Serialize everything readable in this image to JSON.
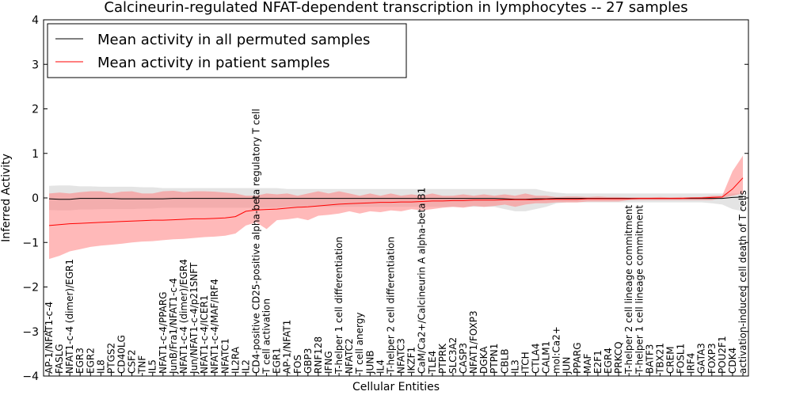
{
  "chart_data": {
    "type": "line",
    "title": "Calcineurin-regulated NFAT-dependent transcription in lymphocytes -- 27 samples",
    "xlabel": "Cellular Entities",
    "ylabel": "Inferred Activity",
    "ylim": [
      -4,
      4
    ],
    "yticks": [
      -4,
      -3,
      -2,
      -1,
      0,
      1,
      2,
      3,
      4
    ],
    "legend_position": "top-left",
    "grid": false,
    "categories": [
      "AP-1/NFAT1-c-4",
      "FASLG",
      "NFAT1-c-4 (dimer)/EGR1",
      "EGR3",
      "EGR2",
      "IL8",
      "PTGS2",
      "CD40LG",
      "CSF2",
      "TNF",
      "IL5",
      "NFAT1-c-4/PPARG",
      "JunB/Fra1/NFAT1-c-4",
      "NFAT1-c-4 (dimer)/EGR4",
      "Jun/NFAT1-c-4/p21SNFT",
      "NFAT1-c-4/ICER1",
      "NFAT1-c-4/MAF/IRF4",
      "NFATC1",
      "IL2RA",
      "IL2",
      "CD4-positive CD25-positive alpha-beta regulatory T cell",
      "T cell activation",
      "EGR1",
      "AP-1/NFAT1",
      "FOS",
      "GBP3",
      "RNF128",
      "IFNG",
      "T-helper 1 cell differentiation",
      "NFATC2",
      "T cell anergy",
      "JUNB",
      "IL4",
      "T-helper 2 cell differentiation",
      "NFATC3",
      "IKZF1",
      "CaM/Ca2+/Calcineurin A alpha-beta B1",
      "TLE4",
      "PTPRK",
      "SLC3A2",
      "CASP3",
      "NFAT1/FOXP3",
      "DGKA",
      "PTPN1",
      "CBLB",
      "IL3",
      "ITCH",
      "CTLA4",
      "CALM1",
      "mol:Ca2+",
      "JUN",
      "PPARG",
      "MAF",
      "E2F1",
      "EGR4",
      "PRKCQ",
      "T-helper 2 cell lineage commitment",
      "T-helper 1 cell lineage commitment",
      "BATF3",
      "TBX21",
      "CREM",
      "FOSL1",
      "IRF4",
      "GATA3",
      "FOXP3",
      "POU2F1",
      "CDK4",
      "activation-induced cell death of T cells"
    ],
    "series": [
      {
        "name": "Mean activity in all permuted samples",
        "color": "#000000",
        "band_color": "#bbbbbb",
        "values": [
          -0.02,
          -0.03,
          -0.03,
          -0.01,
          -0.01,
          -0.01,
          -0.01,
          -0.02,
          -0.02,
          -0.02,
          -0.02,
          -0.02,
          -0.01,
          -0.01,
          -0.01,
          -0.01,
          -0.01,
          -0.01,
          -0.01,
          -0.01,
          -0.01,
          -0.01,
          -0.01,
          -0.01,
          -0.01,
          -0.01,
          -0.01,
          -0.01,
          -0.01,
          -0.01,
          -0.01,
          -0.01,
          -0.01,
          -0.01,
          -0.01,
          -0.01,
          -0.01,
          -0.01,
          -0.01,
          -0.01,
          -0.01,
          -0.01,
          -0.01,
          -0.01,
          -0.02,
          -0.03,
          -0.03,
          -0.02,
          -0.02,
          -0.01,
          -0.01,
          -0.01,
          -0.01,
          -0.01,
          -0.01,
          -0.01,
          -0.01,
          -0.01,
          -0.01,
          -0.01,
          -0.01,
          -0.01,
          -0.01,
          -0.01,
          -0.01,
          -0.01,
          0.01,
          0.02
        ],
        "lower": [
          -0.27,
          -0.28,
          -0.28,
          -0.26,
          -0.26,
          -0.25,
          -0.25,
          -0.25,
          -0.25,
          -0.24,
          -0.24,
          -0.22,
          -0.22,
          -0.22,
          -0.22,
          -0.22,
          -0.22,
          -0.22,
          -0.22,
          -0.22,
          -0.22,
          -0.22,
          -0.22,
          -0.2,
          -0.2,
          -0.2,
          -0.2,
          -0.2,
          -0.2,
          -0.2,
          -0.2,
          -0.2,
          -0.2,
          -0.2,
          -0.2,
          -0.2,
          -0.2,
          -0.2,
          -0.2,
          -0.2,
          -0.2,
          -0.2,
          -0.2,
          -0.2,
          -0.25,
          -0.3,
          -0.3,
          -0.25,
          -0.2,
          -0.12,
          -0.1,
          -0.1,
          -0.1,
          -0.1,
          -0.1,
          -0.1,
          -0.1,
          -0.1,
          -0.1,
          -0.1,
          -0.1,
          -0.1,
          -0.1,
          -0.1,
          -0.12,
          -0.15,
          -0.25,
          -0.3
        ],
        "upper": [
          0.27,
          0.28,
          0.28,
          0.26,
          0.26,
          0.25,
          0.25,
          0.25,
          0.25,
          0.24,
          0.24,
          0.22,
          0.22,
          0.22,
          0.22,
          0.22,
          0.22,
          0.22,
          0.22,
          0.22,
          0.22,
          0.22,
          0.22,
          0.2,
          0.2,
          0.2,
          0.2,
          0.2,
          0.2,
          0.2,
          0.2,
          0.2,
          0.2,
          0.2,
          0.2,
          0.2,
          0.2,
          0.2,
          0.2,
          0.2,
          0.2,
          0.2,
          0.2,
          0.2,
          0.2,
          0.2,
          0.2,
          0.2,
          0.15,
          0.12,
          0.1,
          0.1,
          0.1,
          0.1,
          0.1,
          0.1,
          0.1,
          0.1,
          0.1,
          0.1,
          0.1,
          0.1,
          0.1,
          0.1,
          0.1,
          0.1,
          0.1,
          0.1
        ]
      },
      {
        "name": "Mean activity in patient samples",
        "color": "#ff0000",
        "band_color": "#ff8080",
        "values": [
          -0.62,
          -0.6,
          -0.58,
          -0.57,
          -0.56,
          -0.55,
          -0.54,
          -0.53,
          -0.52,
          -0.51,
          -0.5,
          -0.5,
          -0.49,
          -0.48,
          -0.47,
          -0.47,
          -0.46,
          -0.45,
          -0.42,
          -0.3,
          -0.27,
          -0.26,
          -0.25,
          -0.23,
          -0.21,
          -0.2,
          -0.18,
          -0.16,
          -0.14,
          -0.13,
          -0.12,
          -0.11,
          -0.1,
          -0.1,
          -0.09,
          -0.09,
          -0.08,
          -0.07,
          -0.07,
          -0.06,
          -0.06,
          -0.05,
          -0.05,
          -0.05,
          -0.04,
          -0.04,
          -0.04,
          -0.04,
          -0.03,
          -0.03,
          -0.03,
          -0.03,
          -0.02,
          -0.02,
          -0.02,
          -0.02,
          -0.02,
          -0.01,
          -0.01,
          -0.01,
          -0.01,
          -0.01,
          0.0,
          0.0,
          0.01,
          0.02,
          0.2,
          0.45
        ],
        "lower": [
          -1.37,
          -1.3,
          -1.2,
          -1.15,
          -1.1,
          -1.07,
          -1.05,
          -1.03,
          -1.0,
          -0.98,
          -0.97,
          -0.95,
          -0.93,
          -0.92,
          -0.9,
          -0.88,
          -0.87,
          -0.85,
          -0.8,
          -0.62,
          -0.55,
          -0.7,
          -0.5,
          -0.48,
          -0.45,
          -0.5,
          -0.4,
          -0.38,
          -0.35,
          -0.3,
          -0.35,
          -0.3,
          -0.32,
          -0.28,
          -0.3,
          -0.25,
          -0.28,
          -0.25,
          -0.22,
          -0.2,
          -0.22,
          -0.18,
          -0.2,
          -0.18,
          -0.15,
          -0.2,
          -0.15,
          -0.12,
          -0.12,
          -0.1,
          -0.1,
          -0.1,
          -0.08,
          -0.08,
          -0.08,
          -0.08,
          -0.05,
          -0.05,
          -0.05,
          -0.05,
          -0.05,
          -0.05,
          -0.05,
          -0.05,
          -0.05,
          0.0,
          0.05,
          0.1
        ],
        "upper": [
          0.1,
          0.12,
          0.1,
          0.13,
          0.15,
          0.15,
          0.1,
          0.14,
          0.15,
          0.1,
          0.1,
          0.15,
          0.16,
          0.13,
          0.15,
          0.15,
          0.14,
          0.12,
          0.1,
          0.05,
          0.05,
          0.1,
          0.08,
          0.1,
          0.05,
          0.1,
          0.15,
          0.1,
          0.15,
          0.1,
          0.05,
          0.1,
          0.05,
          0.1,
          0.05,
          0.08,
          0.05,
          0.1,
          0.05,
          0.05,
          0.08,
          0.05,
          0.08,
          0.05,
          0.08,
          0.05,
          0.1,
          0.05,
          0.05,
          0.02,
          0.03,
          0.03,
          0.02,
          0.03,
          0.02,
          0.02,
          0.01,
          0.01,
          0.01,
          0.02,
          0.01,
          0.02,
          0.01,
          0.02,
          0.05,
          0.05,
          0.6,
          0.95
        ]
      }
    ]
  }
}
